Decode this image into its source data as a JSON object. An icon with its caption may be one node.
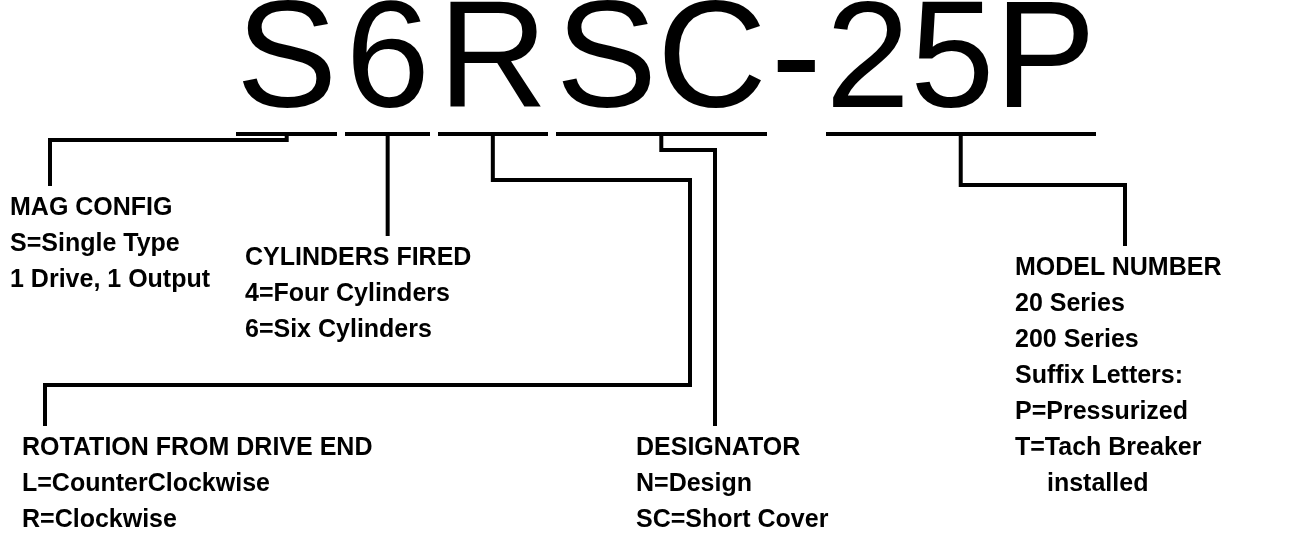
{
  "diagram": {
    "nodes": [
      {
        "text": [
          "S"
        ]
      },
      {
        "text": [
          "6"
        ]
      },
      {
        "text": [
          "R"
        ]
      },
      {
        "text": [
          "SC"
        ]
      },
      {
        "text": [
          "25P"
        ]
      },
      {
        "text": [
          "MAG CONFIG",
          "S=Single Type",
          "1 Drive, 1 Output"
        ]
      },
      {
        "text": [
          "CYLINDERS FIRED",
          "4=Four Cylinders",
          "6=Six Cylinders"
        ]
      },
      {
        "text": [
          "ROTATION FROM DRIVE END",
          "L=CounterClockwise",
          "R=Clockwise"
        ]
      },
      {
        "text": [
          "DESIGNATOR",
          "N=Design",
          "SC=Short Cover"
        ]
      },
      {
        "text": [
          "MODEL NUMBER",
          "20 Series",
          "200 Series",
          "Suffix Letters:",
          "P=Pressurized",
          "T=Tach Breaker installed"
        ]
      }
    ],
    "edges": [
      {
        "from": 5,
        "to": 0,
        "arrow": "none"
      },
      {
        "from": 6,
        "to": 1,
        "arrow": "none"
      },
      {
        "from": 7,
        "to": 2,
        "arrow": "none"
      },
      {
        "from": 8,
        "to": 3,
        "arrow": "none"
      },
      {
        "from": 9,
        "to": 4,
        "arrow": "none"
      }
    ],
    "labels": [
      "-"
    ]
  }
}
